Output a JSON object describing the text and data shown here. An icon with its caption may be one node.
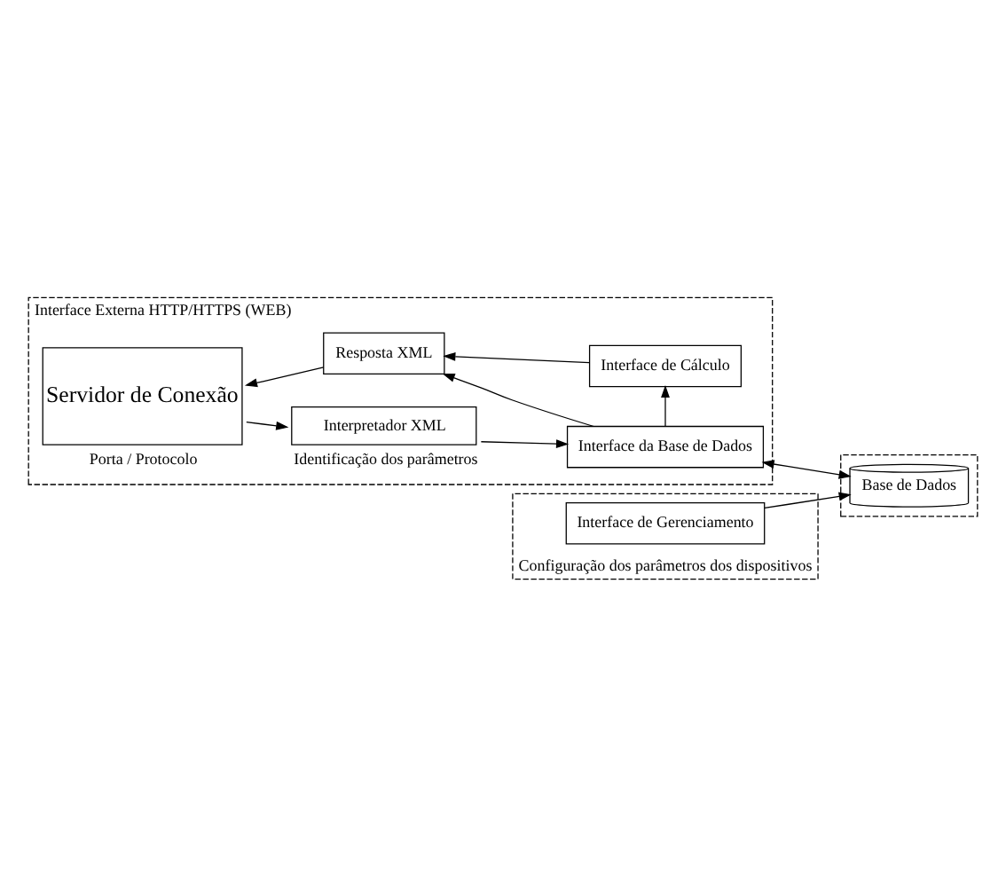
{
  "diagram": {
    "nodes": [
      {
        "text": [
          "Interface Externa HTTP/HTTPS (WEB)"
        ]
      },
      {
        "text": [
          "Servidor de Conexão"
        ],
        "in": 0,
        "beside": [
          "Porta / Protocolo"
        ]
      },
      {
        "text": [
          "Resposta XML"
        ],
        "in": 0
      },
      {
        "text": [
          "Interface de Cálculo"
        ],
        "in": 0
      },
      {
        "text": [
          "Interpretador XML"
        ],
        "in": 0,
        "beside": [
          "Identificação dos parâmetros"
        ]
      },
      {
        "text": [
          "Interface da Base de Dados"
        ],
        "in": 0
      },
      {
        "text": [],
        "shape": "box",
        "beside": [
          "Configuração dos parâmetros dos dispositivos"
        ]
      },
      {
        "text": [
          "Interface de Gerenciamento"
        ],
        "in": 6
      },
      {
        "text": [],
        "shape": "box"
      },
      {
        "text": [
          "Base de Dados"
        ],
        "in": 8
      }
    ],
    "edges": [
      {
        "from": 2,
        "to": 1,
        "arrow": "to"
      },
      {
        "from": 3,
        "to": 2,
        "arrow": "to"
      },
      {
        "from": 1,
        "to": 4,
        "arrow": "to"
      },
      {
        "from": 4,
        "to": 5,
        "arrow": "to"
      },
      {
        "from": 5,
        "to": 3,
        "arrow": "to"
      },
      {
        "from": 5,
        "to": 2,
        "arrow": "to"
      },
      {
        "from": 5,
        "to": 9,
        "arrow": "both"
      },
      {
        "from": 7,
        "to": 9,
        "arrow": "to"
      }
    ]
  }
}
